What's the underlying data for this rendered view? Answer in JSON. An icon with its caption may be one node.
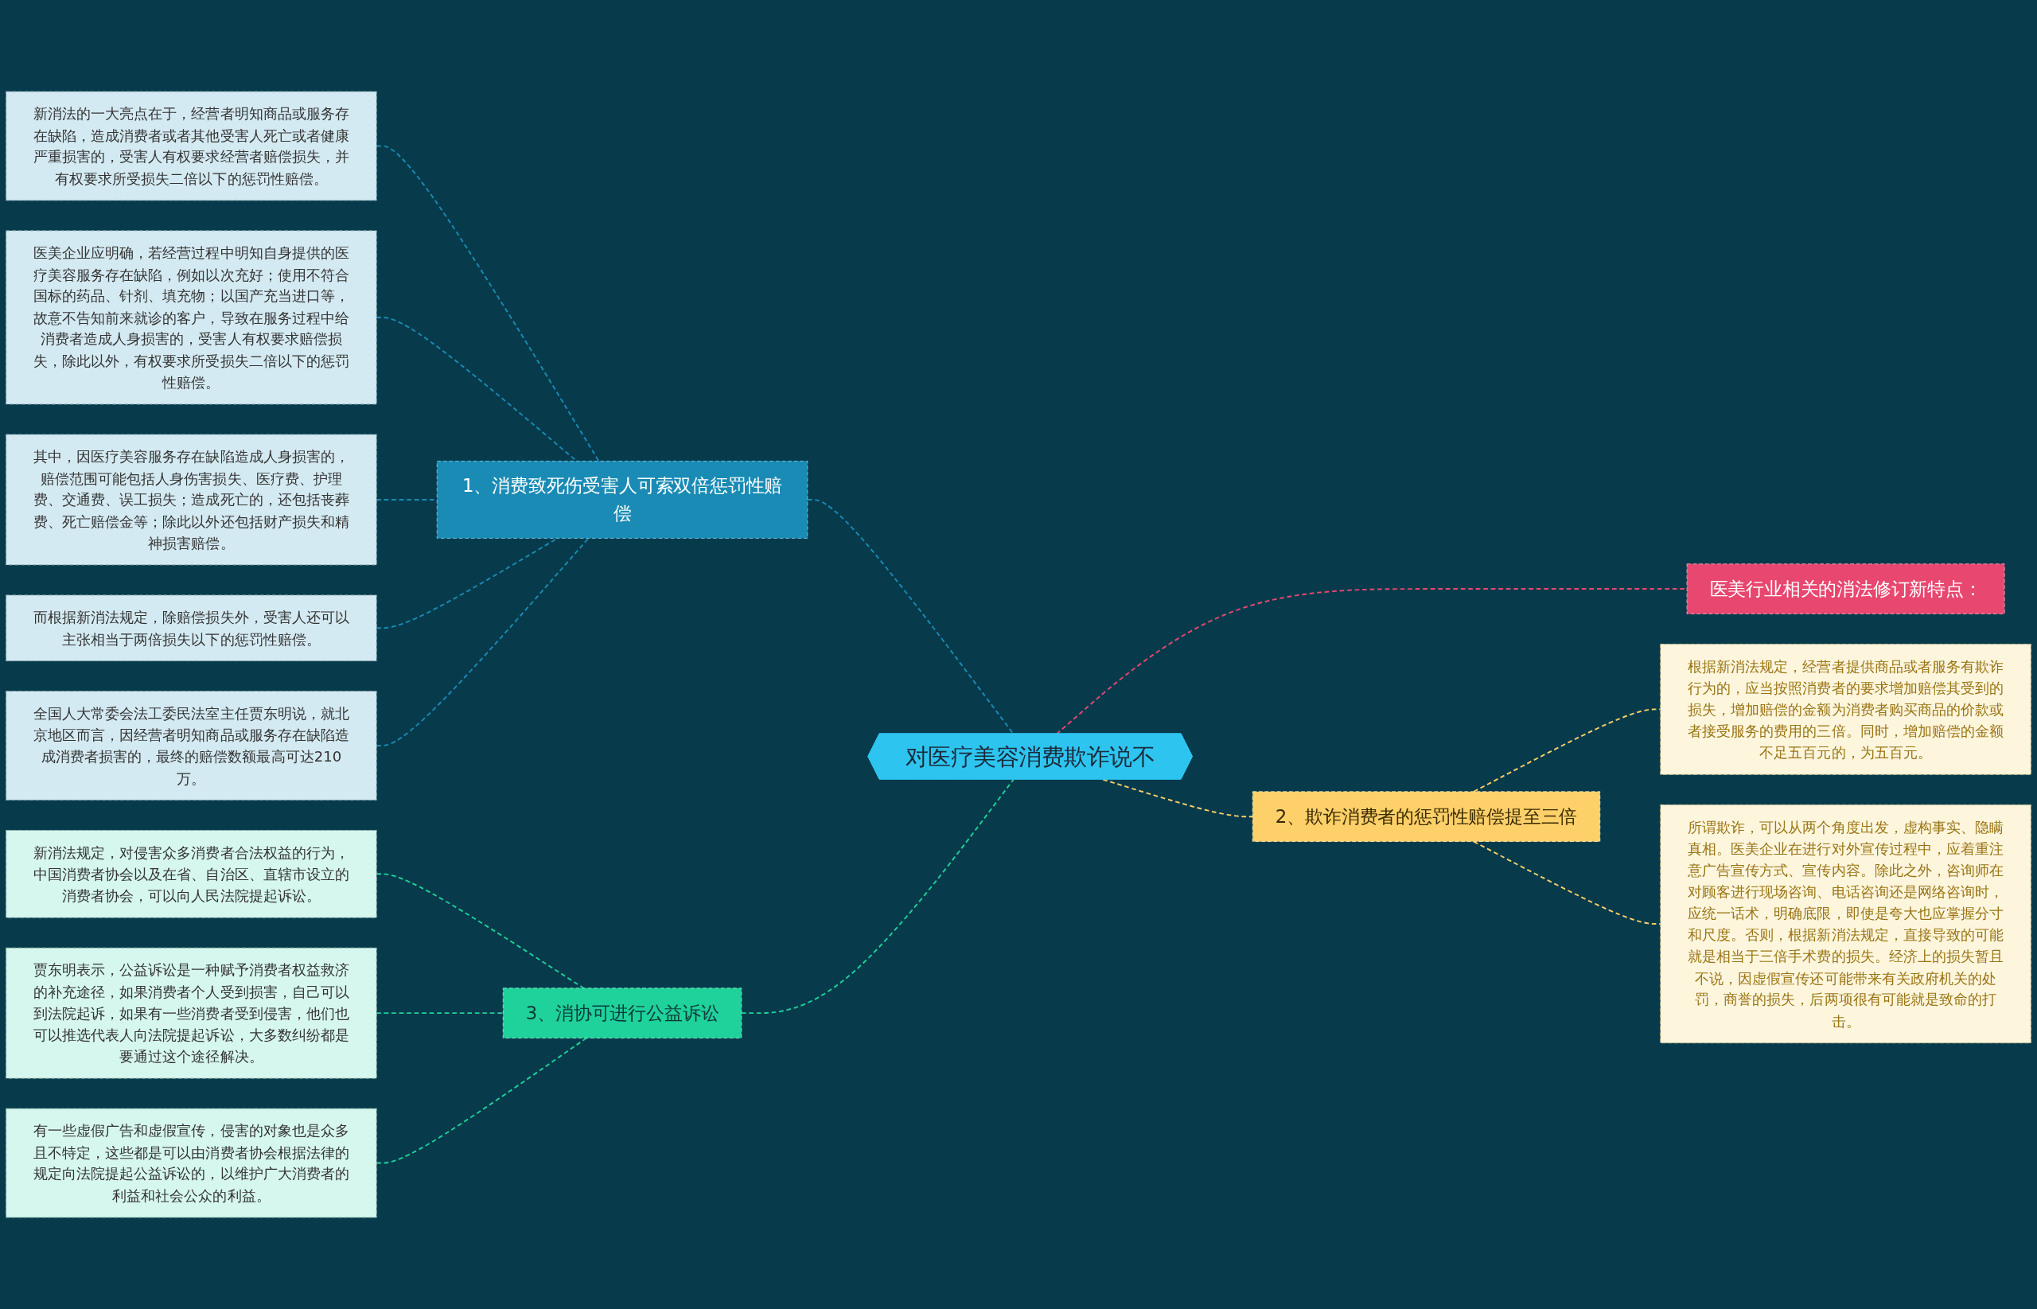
{
  "diagram": {
    "nodes": [
      {
        "text": [
          "对医疗美容消费欺诈说不"
        ]
      },
      {
        "text": [
          "1、消费致死伤受害人可索双倍惩罚性赔偿"
        ]
      },
      {
        "text": [
          "新消法的一大亮点在于，经营者明知商品或服务存在缺陷，造成消费者或者其他受害人死亡或者健康严重损害的，受害人有权要求经营者赔偿损失，并有权要求所受损失二倍以下的惩罚性赔偿。"
        ]
      },
      {
        "text": [
          "医美企业应明确，若经营过程中明知自身提供的医疗美容服务存在缺陷，例如以次充好；使用不符合国标的药品、针剂、填充物；以国产充当进口等，故意不告知前来就诊的客户，导致在服务过程中给消费者造成人身损害的，受害人有权要求赔偿损失，除此以外，有权要求所受损失二倍以下的惩罚性赔偿。"
        ]
      },
      {
        "text": [
          "其中，因医疗美容服务存在缺陷造成人身损害的，赔偿范围可能包括人身伤害损失、医疗费、护理费、交通费、误工损失；造成死亡的，还包括丧葬费、死亡赔偿金等；除此以外还包括财产损失和精神损害赔偿。"
        ]
      },
      {
        "text": [
          "而根据新消法规定，除赔偿损失外，受害人还可以主张相当于两倍损失以下的惩罚性赔偿。"
        ]
      },
      {
        "text": [
          "全国人大常委会法工委民法室主任贾东明说，就北京地区而言，因经营者明知商品或服务存在缺陷造成消费者损害的，最终的赔偿数额最高可达210万。"
        ]
      },
      {
        "text": [
          "3、消协可进行公益诉讼"
        ]
      },
      {
        "text": [
          "新消法规定，对侵害众多消费者合法权益的行为，中国消费者协会以及在省、自治区、直辖市设立的消费者协会，可以向人民法院提起诉讼。"
        ]
      },
      {
        "text": [
          "贾东明表示，公益诉讼是一种赋予消费者权益救济的补充途径，如果消费者个人受到损害，自己可以到法院起诉，如果有一些消费者受到侵害，他们也可以推选代表人向法院提起诉讼，大多数纠纷都是要通过这个途径解决。"
        ]
      },
      {
        "text": [
          "有一些虚假广告和虚假宣传，侵害的对象也是众多且不特定，这些都是可以由消费者协会根据法律的规定向法院提起公益诉讼的，以维护广大消费者的利益和社会公众的利益。"
        ]
      },
      {
        "text": [
          "医美行业相关的消法修订新特点："
        ]
      },
      {
        "text": [
          "2、欺诈消费者的惩罚性赔偿提至三倍"
        ]
      },
      {
        "text": [
          "根据新消法规定，经营者提供商品或者服务有欺诈行为的，应当按照消费者的要求增加赔偿其受到的损失，增加赔偿的金额为消费者购买商品的价款或者接受服务的费用的三倍。同时，增加赔偿的金额不足五百元的，为五百元。"
        ]
      },
      {
        "text": [
          "所谓欺诈，可以从两个角度出发，虚构事实、隐瞒真相。医美企业在进行对外宣传过程中，应着重注意广告宣传方式、宣传内容。除此之外，咨询师在对顾客进行现场咨询、电话咨询还是网络咨询时，应统一话术，明确底限，即使是夸大也应掌握分寸和尺度。否则，根据新消法规定，直接导致的可能就是相当于三倍手术费的损失。经济上的损失暂且不说，因虚假宣传还可能带来有关政府机关的处罚，商誉的损失，后两项很有可能就是致命的打击。"
        ]
      }
    ],
    "edges": [
      {
        "from": 0,
        "to": 1,
        "arrow": "none",
        "style": "dashed"
      },
      {
        "from": 1,
        "to": 2,
        "arrow": "none",
        "style": "dashed"
      },
      {
        "from": 1,
        "to": 3,
        "arrow": "none",
        "style": "dashed"
      },
      {
        "from": 1,
        "to": 4,
        "arrow": "none",
        "style": "dashed"
      },
      {
        "from": 1,
        "to": 5,
        "arrow": "none",
        "style": "dashed"
      },
      {
        "from": 1,
        "to": 6,
        "arrow": "none",
        "style": "dashed"
      },
      {
        "from": 0,
        "to": 7,
        "arrow": "none",
        "style": "dashed",
        "color": "#1fd19a"
      },
      {
        "from": 7,
        "to": 8,
        "arrow": "none",
        "style": "dashed",
        "color": "#1fd19a"
      },
      {
        "from": 7,
        "to": 9,
        "arrow": "none",
        "style": "dashed",
        "color": "#1fd19a"
      },
      {
        "from": 7,
        "to": 10,
        "arrow": "none",
        "style": "dashed",
        "color": "#1fd19a"
      },
      {
        "from": 0,
        "to": 11,
        "arrow": "none",
        "style": "dashed",
        "color": "#e8476f"
      },
      {
        "from": 0,
        "to": 12,
        "arrow": "none",
        "style": "dashed",
        "color": "#fdd06a"
      },
      {
        "from": 12,
        "to": 13,
        "arrow": "none",
        "style": "dashed",
        "color": "#fdd06a"
      },
      {
        "from": 12,
        "to": 14,
        "arrow": "none",
        "style": "dashed",
        "color": "#fdd06a"
      }
    ]
  }
}
